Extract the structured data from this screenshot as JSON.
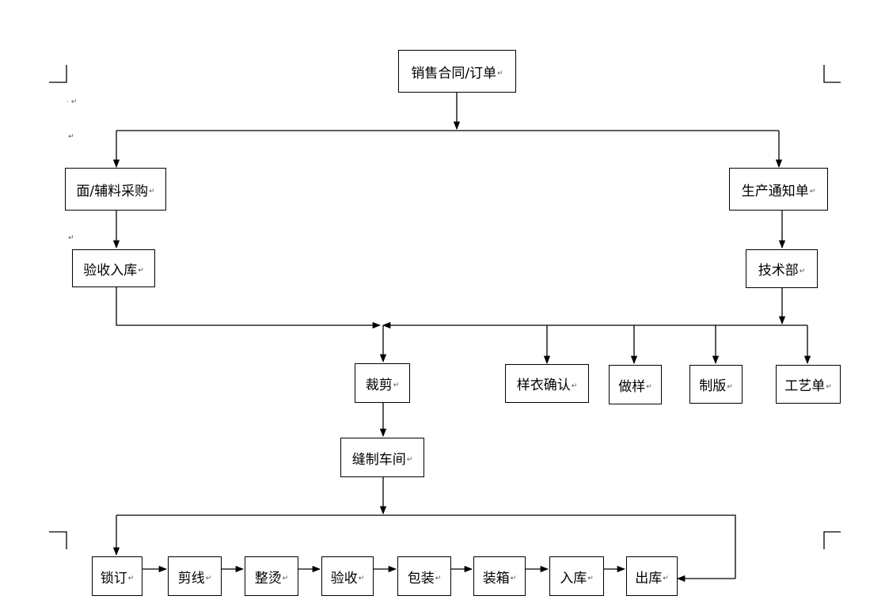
{
  "paragraph_mark": "↵",
  "nodes": {
    "sales_contract": "销售合同/订单",
    "fabric_purchase": "面/辅料采购",
    "production_notice": "生产通知单",
    "inspect_store": "验收入库",
    "tech_dept": "技术部",
    "cutting": "裁剪",
    "sample_confirm": "样衣确认",
    "make_sample": "做样",
    "pattern_making": "制版",
    "process_sheet": "工艺单",
    "sewing_workshop": "缝制车间",
    "buttoning": "锁订",
    "thread_trim": "剪线",
    "ironing": "整烫",
    "inspection": "验收",
    "packing": "包装",
    "boxing": "装箱",
    "warehousing": "入库",
    "shipping": "出库"
  },
  "stray_marks": [
    "· ↵",
    "↵",
    "↵"
  ]
}
